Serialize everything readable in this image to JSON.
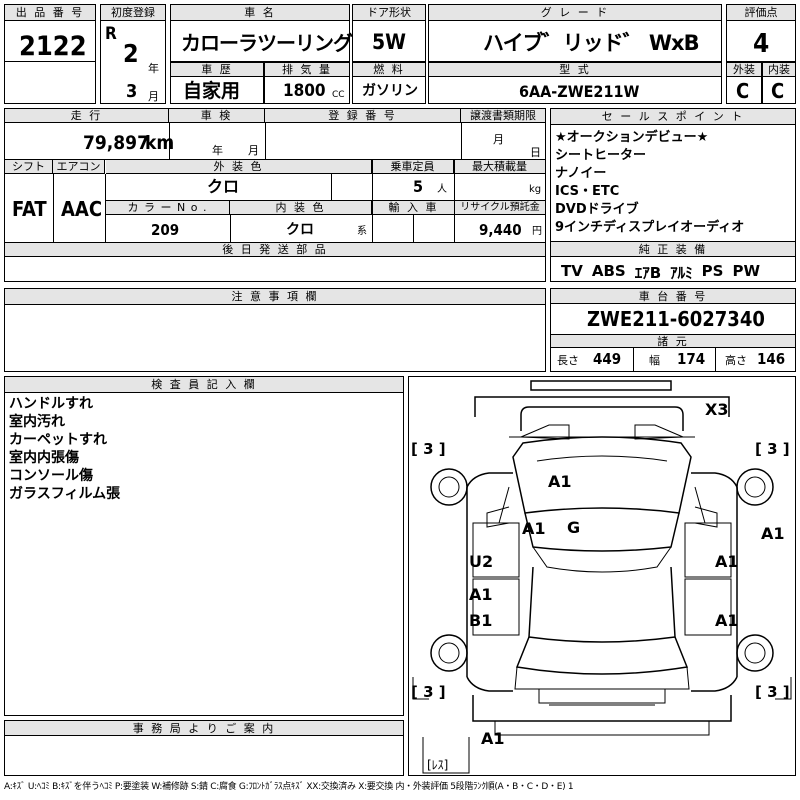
{
  "header": {
    "lot_label": "出 品 番 号",
    "lot_number": "2122",
    "first_reg_label": "初度登録",
    "era_letter": "R",
    "era_year": "2",
    "year_unit": "年",
    "reg_month": "3",
    "month_unit": "月",
    "car_name_label": "車 名",
    "car_name": "カローラツーリング",
    "door_label": "ドア形状",
    "door_value": "5W",
    "grade_label": "グ レ ー ド",
    "grade_value": "ハイブ゛リッド゛ WxB",
    "score_label": "評価点",
    "score_value": "4",
    "history_label": "車 歴",
    "history_value": "自家用",
    "displacement_label": "排 気 量",
    "displacement_value": "1800",
    "displacement_unit": "CC",
    "fuel_label": "燃 料",
    "fuel_value": "ガソリン",
    "model_label": "型 式",
    "model_value": "6AA-ZWE211W",
    "exterior_label": "外装",
    "exterior_value": "C",
    "interior_label": "内装",
    "interior_value": "C"
  },
  "row2": {
    "mileage_label": "走 行",
    "mileage_value": "79,897",
    "mileage_unit": "km",
    "inspection_label": "車 検",
    "year_unit": "年",
    "month_unit": "月",
    "reg_no_label": "登 録 番 号",
    "transfer_label": "譲渡書類期限",
    "day_unit": "日",
    "shift_label": "シフト",
    "shift_value": "FAT",
    "ac_label": "エアコン",
    "ac_value": "AAC",
    "ext_color_label": "外 装 色",
    "ext_color_value": "クロ",
    "seats_label": "乗車定員",
    "seats_value": "5",
    "seats_unit": "人",
    "load_label": "最大積載量",
    "load_unit": "kg",
    "color_no_label": "カ ラ ー N o .",
    "color_no_value": "209",
    "int_color_label": "内 装 色",
    "int_color_value": "クロ",
    "int_color_suffix": "系",
    "import_label": "輸 入 車",
    "recycle_label": "リサイクル預託金",
    "recycle_value": "9,440",
    "recycle_unit": "円",
    "later_parts_label": "後 日 発 送 部 品"
  },
  "sales": {
    "label": "セ ー ル ス ポ イ ン ト",
    "points": [
      "★オークションデビュー★",
      "シートヒーター",
      "ナノイー",
      "ICS・ETC",
      "DVDドライブ",
      "9インチディスプレイオーディオ"
    ],
    "equipment_label": "純 正 装 備",
    "equipment": [
      "TV",
      "ABS",
      "ｴｱB",
      "ｱﾙﾐ",
      "PS",
      "PW"
    ]
  },
  "notes": {
    "label": "注 意 事 項 欄"
  },
  "chassis": {
    "label": "車 台 番 号",
    "value": "ZWE211-6027340",
    "dims_label": "諸 元",
    "length_label": "長さ",
    "length_value": "449",
    "width_label": "幅",
    "width_value": "174",
    "height_label": "高さ",
    "height_value": "146"
  },
  "inspector": {
    "label": "検 査 員 記 入 欄",
    "lines": [
      "ハンドルすれ",
      "室内汚れ",
      "カーペットすれ",
      "室内内張傷",
      "コンソール傷",
      "ガラスフィルム張"
    ]
  },
  "diagram": {
    "marks": {
      "x3": "X3",
      "tire_fl": "[ 3 ]",
      "tire_fr": "[ 3 ]",
      "tire_rl": "[ 3 ]",
      "tire_rr": "[ 3 ]",
      "roof": "A1",
      "pillar": "A1",
      "glass": "G",
      "right_fender": "A1",
      "u2": "U2",
      "rf_door": "A1",
      "rear_left_a": "A1",
      "b1": "B1",
      "rr_door": "A1",
      "rear_bumper": "A1",
      "spare": "[ﾚｽ]"
    }
  },
  "office": {
    "label": "事 務 局 よ り ご 案 内"
  },
  "legend": "A:ｷｽﾞ U:ﾍｺﾐ B:ｷｽﾞを伴うﾍｺﾐ P:要塗装 W:補修跡 S:錆 C:腐食 G:ﾌﾛﾝﾄｶﾞﾗｽ点ｷｽﾞ XX:交換済み X:要交換 内・外装評価 5段階ﾗﾝｸ順(A・B・C・D・E) 1"
}
